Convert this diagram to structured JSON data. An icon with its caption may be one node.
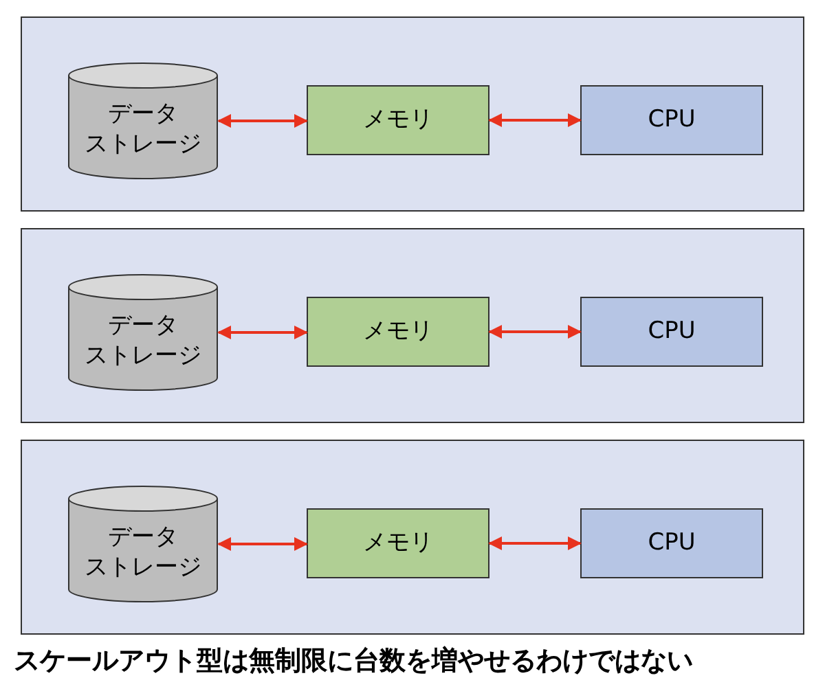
{
  "diagram": {
    "caption": "スケールアウト型は無制限に台数を増やせるわけではない",
    "nodes": [
      {
        "text": [],
        "shape": "box"
      },
      {
        "text": [
          "データストレージ"
        ],
        "in": 0
      },
      {
        "text": [
          "メモリ"
        ],
        "in": 0
      },
      {
        "text": [
          "CPU"
        ],
        "in": 0
      },
      {
        "text": [],
        "shape": "box"
      },
      {
        "text": [
          "データストレージ"
        ],
        "in": 4
      },
      {
        "text": [
          "メモリ"
        ],
        "in": 4
      },
      {
        "text": [
          "CPU"
        ],
        "in": 4
      },
      {
        "text": [],
        "shape": "box"
      },
      {
        "text": [
          "データストレージ"
        ],
        "in": 8
      },
      {
        "text": [
          "メモリ"
        ],
        "in": 8
      },
      {
        "text": [
          "CPU"
        ],
        "in": 8
      }
    ],
    "edges": [
      {
        "from": 1,
        "to": 2,
        "arrow": "both"
      },
      {
        "from": 2,
        "to": 3,
        "arrow": "both"
      },
      {
        "from": 5,
        "to": 6,
        "arrow": "both"
      },
      {
        "from": 6,
        "to": 7,
        "arrow": "both"
      },
      {
        "from": 9,
        "to": 10,
        "arrow": "both"
      },
      {
        "from": 10,
        "to": 11,
        "arrow": "both"
      }
    ]
  }
}
